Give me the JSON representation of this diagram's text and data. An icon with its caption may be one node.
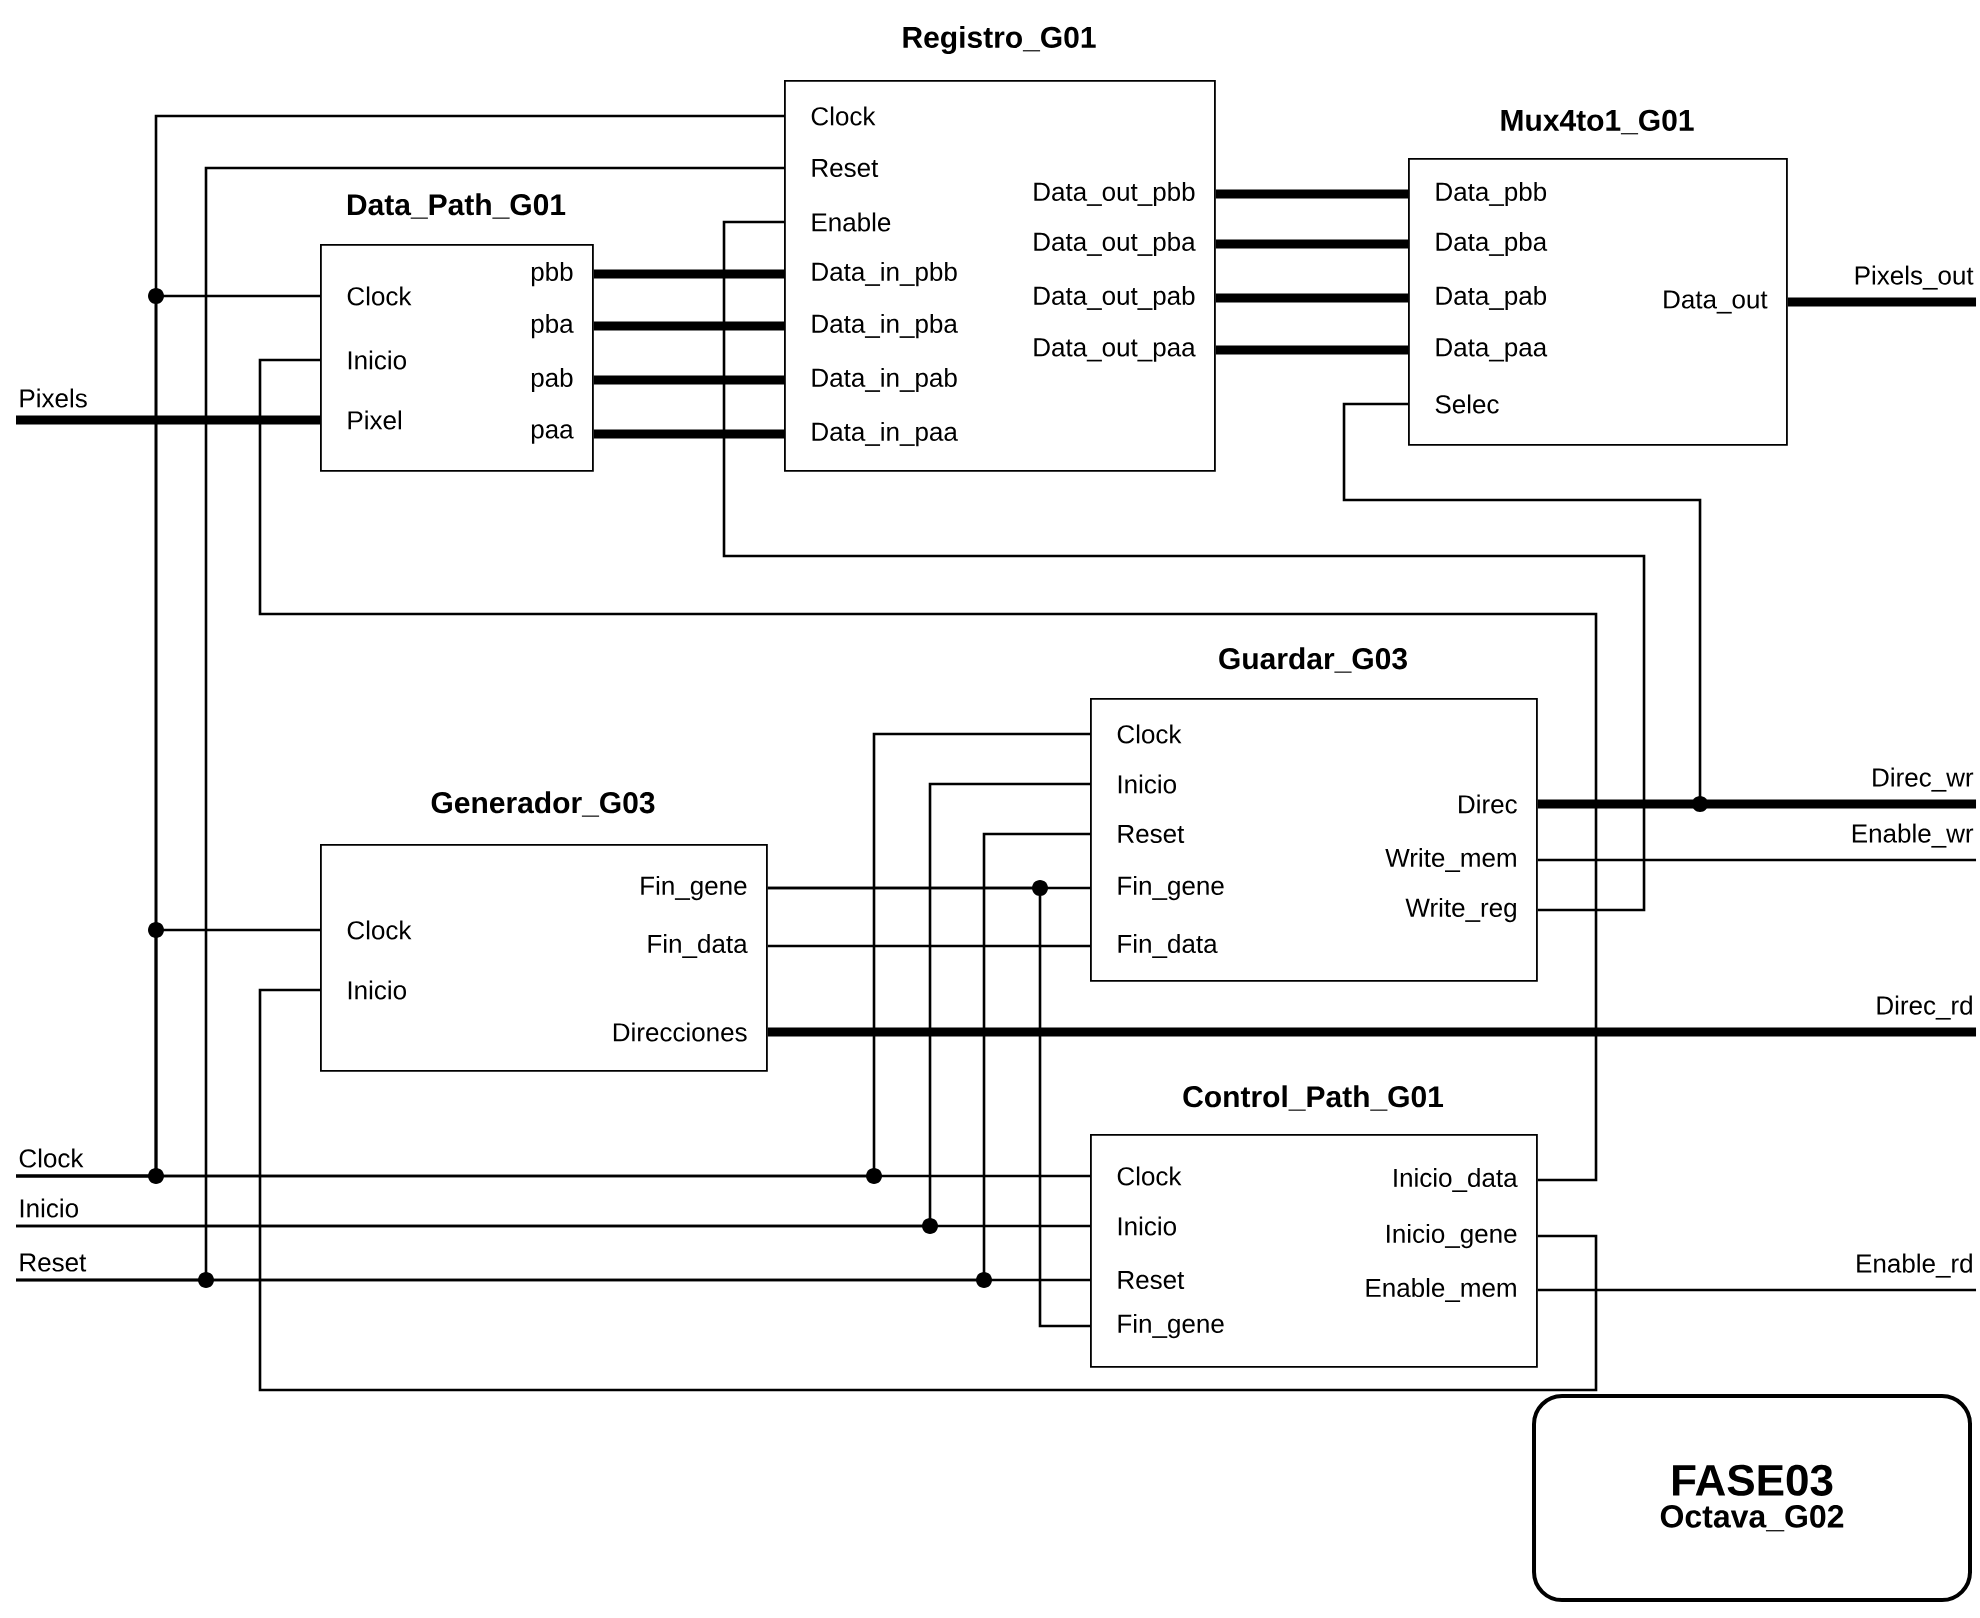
{
  "diagram": {
    "nodes": [
      {
        "text": [
          "Registro_G01",
          "Clock",
          "Reset",
          "Enable",
          "Data_in_pbb",
          "Data_in_pba",
          "Data_in_pab",
          "Data_in_paa",
          "Data_out_pbb",
          "Data_out_pba",
          "Data_out_pab",
          "Data_out_paa"
        ]
      },
      {
        "text": [
          "Mux4to1_G01",
          "Data_pbb",
          "Data_pba",
          "Data_pab",
          "Data_paa",
          "Selec",
          "Data_out"
        ]
      },
      {
        "text": [
          "Data_Path_G01",
          "Clock",
          "Inicio",
          "Pixel",
          "pbb",
          "pba",
          "pab",
          "paa"
        ]
      },
      {
        "text": [
          "Pixels"
        ]
      },
      {
        "text": [
          "Pixels_out"
        ]
      },
      {
        "text": [
          "Guardar_G03",
          "Clock",
          "Inicio",
          "Reset",
          "Fin_gene",
          "Fin_data",
          "Direc",
          "Write_mem",
          "Write_reg"
        ]
      },
      {
        "text": [
          "Generador_G03",
          "Clock",
          "Inicio",
          "Fin_gene",
          "Fin_data",
          "Direcciones"
        ]
      },
      {
        "text": [
          "Direc_wr"
        ]
      },
      {
        "text": [
          "Enable_wr"
        ]
      },
      {
        "text": [
          "Direc_rd"
        ]
      },
      {
        "text": [
          "Clock"
        ]
      },
      {
        "text": [
          "Inicio"
        ]
      },
      {
        "text": [
          "Reset"
        ]
      },
      {
        "text": [
          "Control_Path_G01",
          "Clock",
          "Inicio",
          "Reset",
          "Fin_gene",
          "Inicio_data",
          "Inicio_gene",
          "Enable_mem"
        ]
      },
      {
        "text": [
          "Enable_rd"
        ]
      },
      {
        "text": [
          "FASE03",
          "Octava_G02"
        ]
      }
    ],
    "edges": [
      {
        "from": 3,
        "to": 2,
        "arrow": "none",
        "style": "thick"
      },
      {
        "from": 2,
        "to": 0,
        "arrow": "none",
        "style": "thick"
      },
      {
        "from": 2,
        "to": 0,
        "arrow": "none",
        "style": "thick"
      },
      {
        "from": 2,
        "to": 0,
        "arrow": "none",
        "style": "thick"
      },
      {
        "from": 2,
        "to": 0,
        "arrow": "none",
        "style": "thick"
      },
      {
        "from": 0,
        "to": 1,
        "arrow": "none",
        "style": "thick"
      },
      {
        "from": 0,
        "to": 1,
        "arrow": "none",
        "style": "thick"
      },
      {
        "from": 0,
        "to": 1,
        "arrow": "none",
        "style": "thick"
      },
      {
        "from": 0,
        "to": 1,
        "arrow": "none",
        "style": "thick"
      },
      {
        "from": 1,
        "to": 4,
        "arrow": "none",
        "style": "thick"
      },
      {
        "from": 10,
        "to": 0,
        "arrow": "none"
      },
      {
        "from": 10,
        "to": 2,
        "arrow": "none"
      },
      {
        "from": 10,
        "to": 6,
        "arrow": "none"
      },
      {
        "from": 10,
        "to": 5,
        "arrow": "none"
      },
      {
        "from": 10,
        "to": 13,
        "arrow": "none"
      },
      {
        "from": 12,
        "to": 0,
        "arrow": "none"
      },
      {
        "from": 12,
        "to": 5,
        "arrow": "none"
      },
      {
        "from": 12,
        "to": 13,
        "arrow": "none"
      },
      {
        "from": 11,
        "to": 5,
        "arrow": "none"
      },
      {
        "from": 11,
        "to": 13,
        "arrow": "none"
      },
      {
        "from": 6,
        "to": 5,
        "arrow": "none"
      },
      {
        "from": 6,
        "to": 13,
        "arrow": "none"
      },
      {
        "from": 6,
        "to": 5,
        "arrow": "none"
      },
      {
        "from": 6,
        "to": 9,
        "arrow": "none",
        "style": "thick"
      },
      {
        "from": 5,
        "to": 7,
        "arrow": "none",
        "style": "thick"
      },
      {
        "from": 5,
        "to": 1,
        "arrow": "none"
      },
      {
        "from": 5,
        "to": 8,
        "arrow": "none"
      },
      {
        "from": 5,
        "to": 0,
        "arrow": "none"
      },
      {
        "from": 13,
        "to": 2,
        "arrow": "none"
      },
      {
        "from": 13,
        "to": 6,
        "arrow": "none"
      },
      {
        "from": 13,
        "to": 14,
        "arrow": "none"
      }
    ]
  }
}
